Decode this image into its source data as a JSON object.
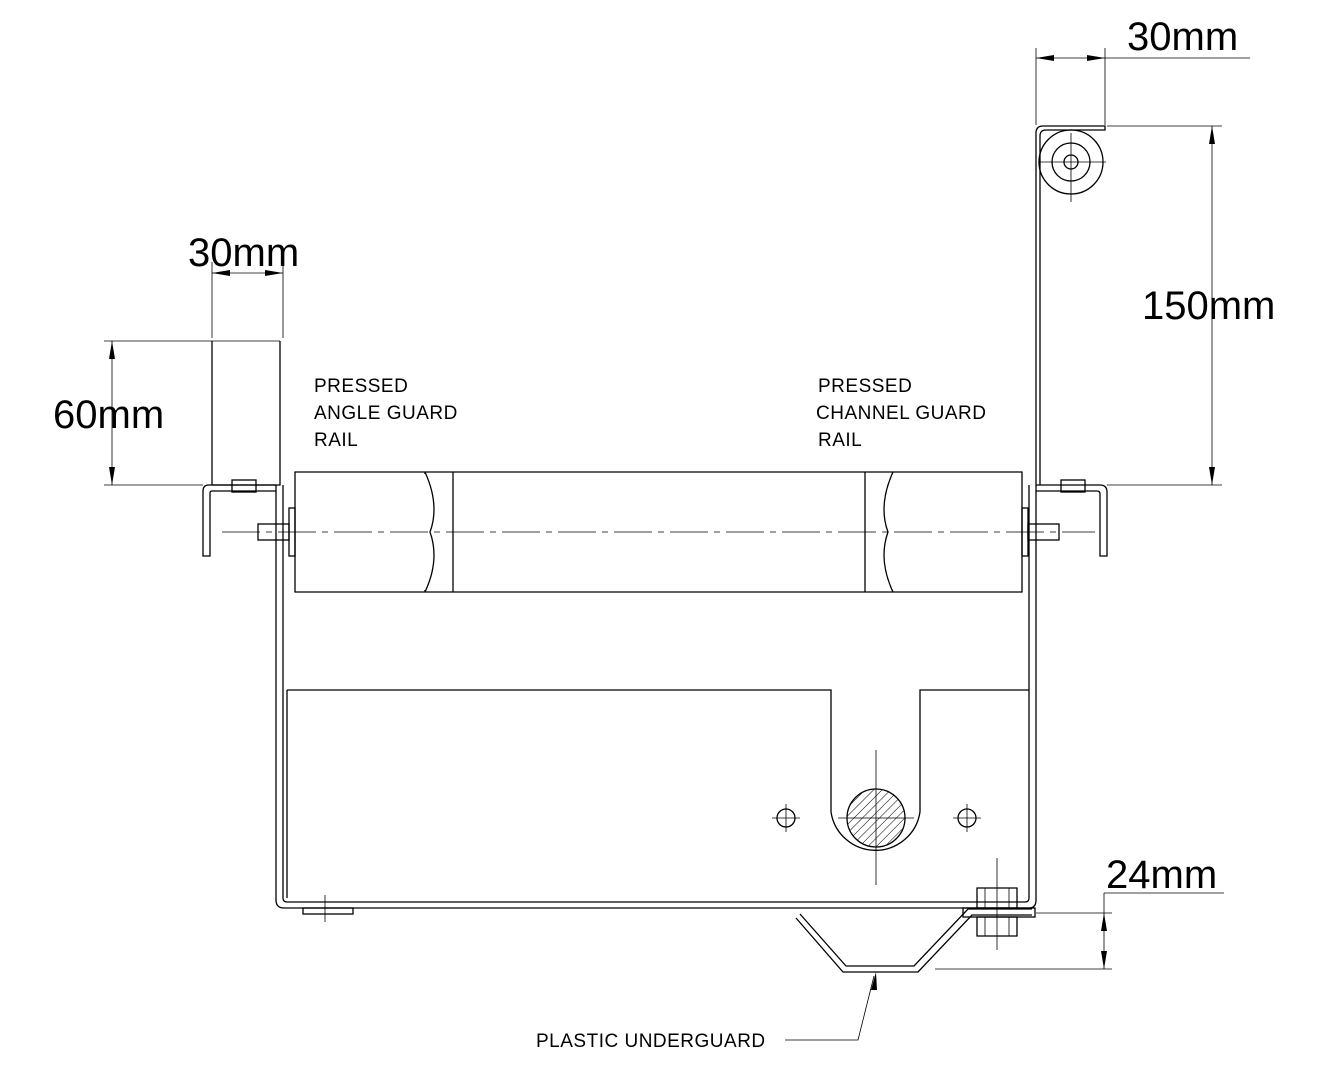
{
  "dimensions": {
    "left_width": "30mm",
    "left_height": "60mm",
    "right_width": "30mm",
    "right_height": "150mm",
    "underguard_depth": "24mm"
  },
  "labels": {
    "left_rail": [
      "PRESSED",
      "ANGLE GUARD",
      "RAIL"
    ],
    "right_rail": [
      "PRESSED",
      "CHANNEL GUARD",
      "RAIL"
    ],
    "underguard": "PLASTIC UNDERGUARD"
  }
}
